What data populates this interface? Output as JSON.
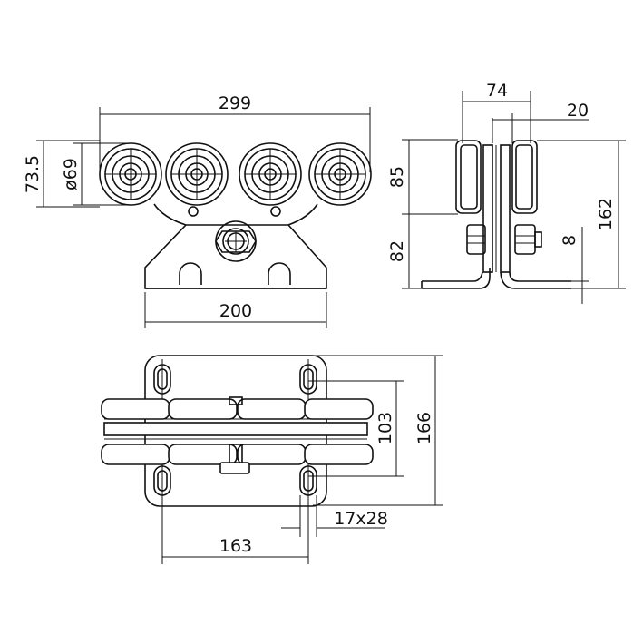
{
  "dimensions": {
    "overall_length": "299",
    "base_length": "200",
    "height_735": "73.5",
    "wheel_diameter": "ø69",
    "top_width": "74",
    "flange_offset": "20",
    "upper_height": "85",
    "lower_height": "82",
    "total_height": "162",
    "plate_thickness": "8",
    "hole_spacing_vertical": "103",
    "plate_width": "166",
    "slot_size": "17x28",
    "hole_spacing_horizontal": "163"
  }
}
